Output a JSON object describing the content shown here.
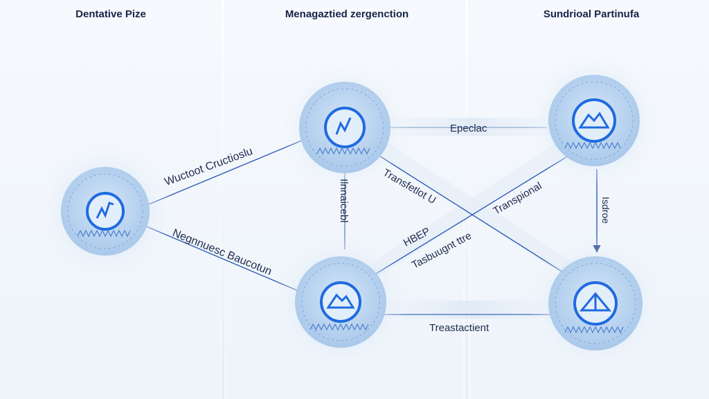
{
  "columns": [
    {
      "title": "Dentative Pize"
    },
    {
      "title": "Menagaztied zergenction"
    },
    {
      "title": "Sundrioal Partinufa"
    }
  ],
  "edge_labels": {
    "left_to_top": "Wuctoot  Cructioslu",
    "left_to_bottom": "Negnnuesc  Baucotun",
    "top_to_topright": "Epeclac",
    "vertical_middle": "Ilnnaicebl",
    "cross_a": "Transfetlot  U",
    "cross_b": "HBEP",
    "cross_c": "Tasbuugnt ttre",
    "cross_d": "Transpional",
    "vertical_right": "Isdroe",
    "bottom_horizontal": "Treastactient"
  },
  "colors": {
    "node_fill": "#c3daf1",
    "node_glow": "#dce9f6",
    "icon_ring": "#1f6be0",
    "edge": "#2f5bb8",
    "title": "#17244a"
  }
}
